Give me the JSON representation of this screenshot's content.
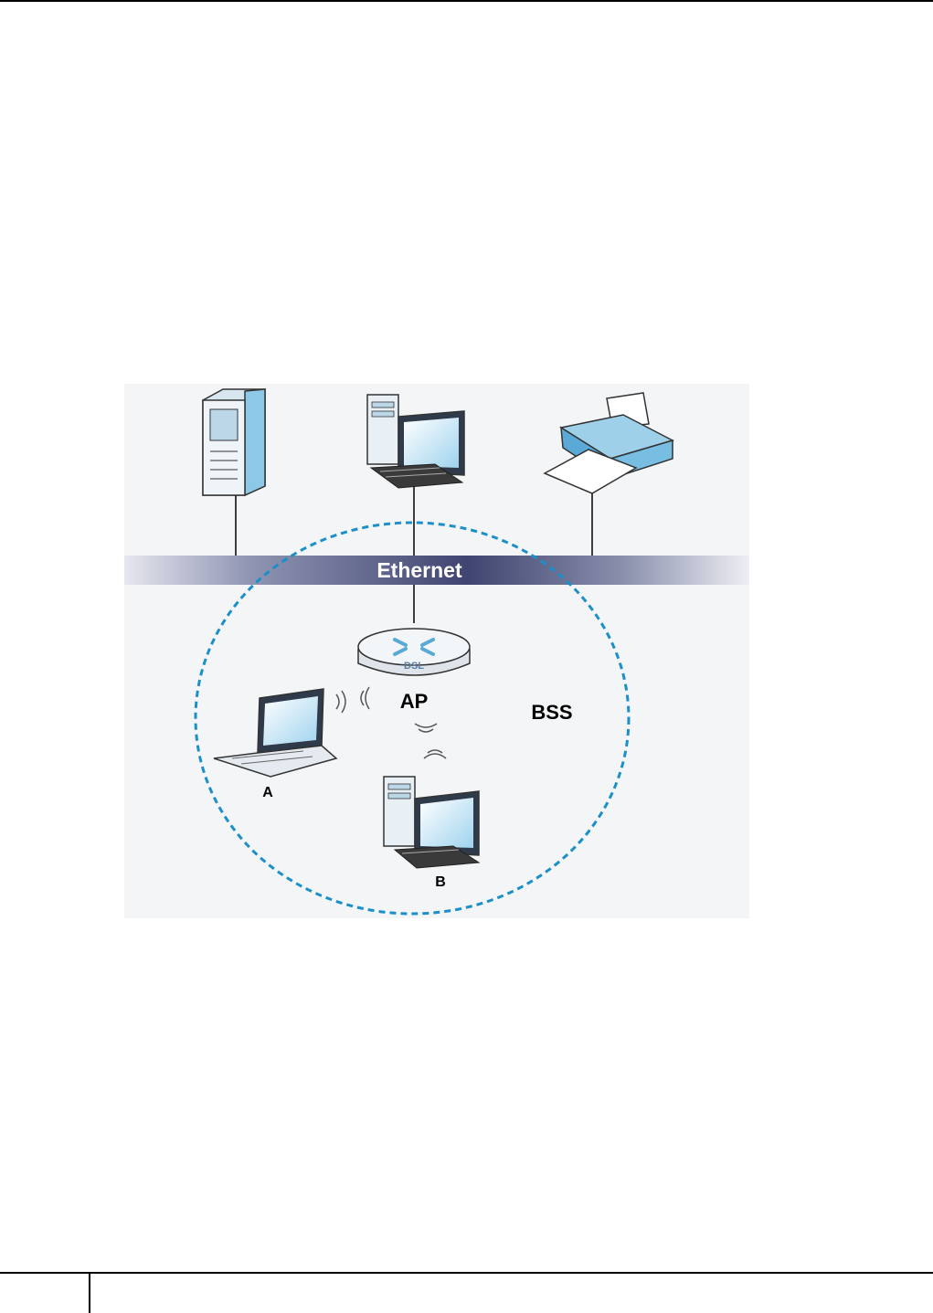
{
  "page": {
    "number": ""
  },
  "diagram": {
    "ethernet_label": "Ethernet",
    "ap_label": "AP",
    "bss_label": "BSS",
    "router_badge": "DSL",
    "station_a_label": "A",
    "station_b_label": "B"
  },
  "icons": [
    "server-icon",
    "desktop-computer-icon",
    "printer-icon",
    "dsl-router-icon",
    "laptop-icon",
    "wireless-signal-icon"
  ],
  "colors": {
    "bss_circle": "#1b8fc9",
    "ethernet_bar": "#4a4f7a",
    "device_blue": "#8cc8e8"
  }
}
